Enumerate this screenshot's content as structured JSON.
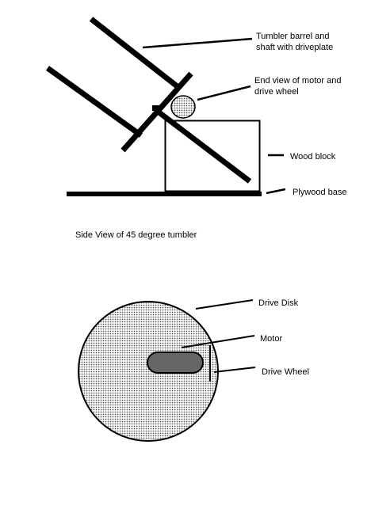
{
  "side_view": {
    "labels": {
      "barrel_line1": "Tumbler barrel and",
      "barrel_line2": "shaft with driveplate",
      "motor_line1": "End view of motor and",
      "motor_line2": "drive wheel",
      "wood_block": "Wood block",
      "plywood_base": "Plywood base"
    },
    "caption": "Side View of 45 degree tumbler"
  },
  "top_view": {
    "labels": {
      "drive_disk": "Drive Disk",
      "motor": "Motor",
      "drive_wheel": "Drive Wheel"
    }
  },
  "colors": {
    "stroke": "#000000",
    "disk_fill": "#e6e6e6",
    "motor_fill": "#666666"
  }
}
